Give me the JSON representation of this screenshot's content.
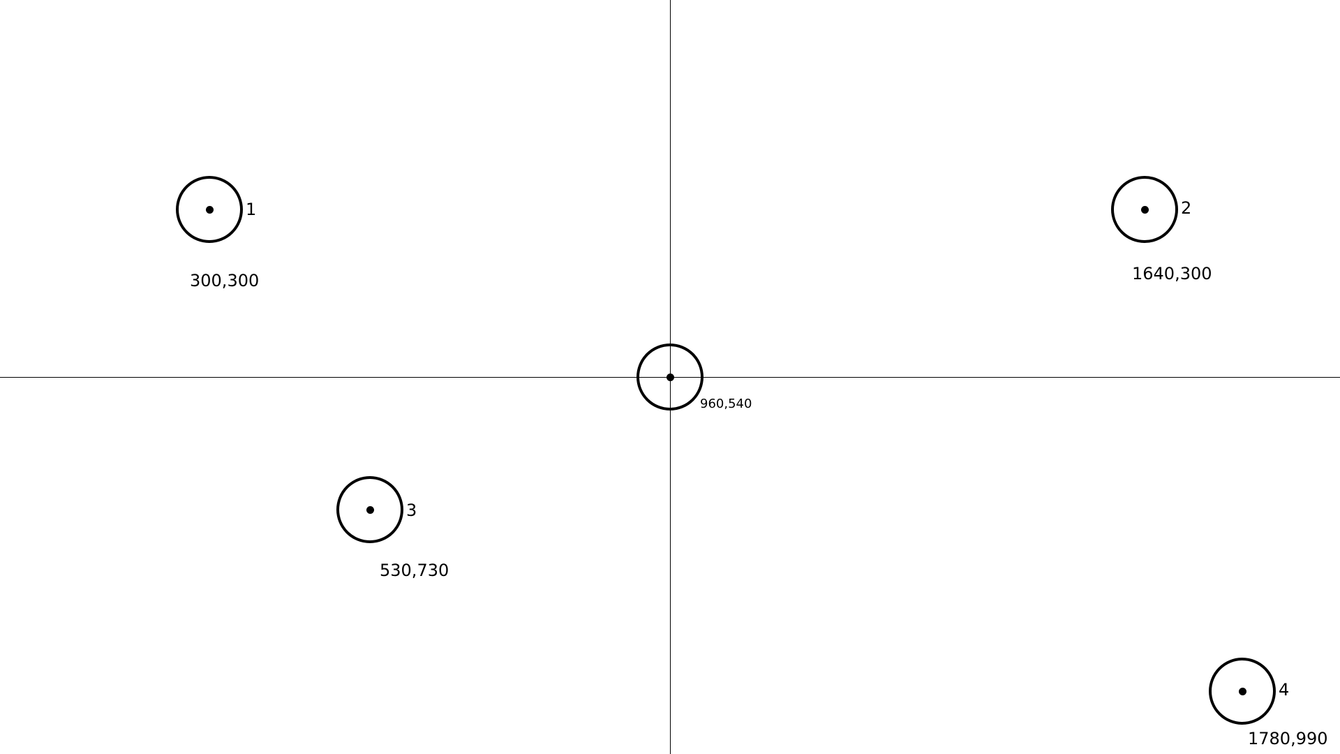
{
  "center": {
    "coords_label": "960,540"
  },
  "targets": [
    {
      "number": "1",
      "coords_label": "300,300"
    },
    {
      "number": "2",
      "coords_label": "1640,300"
    },
    {
      "number": "3",
      "coords_label": "530,730"
    },
    {
      "number": "4",
      "coords_label": "1780,990"
    }
  ]
}
